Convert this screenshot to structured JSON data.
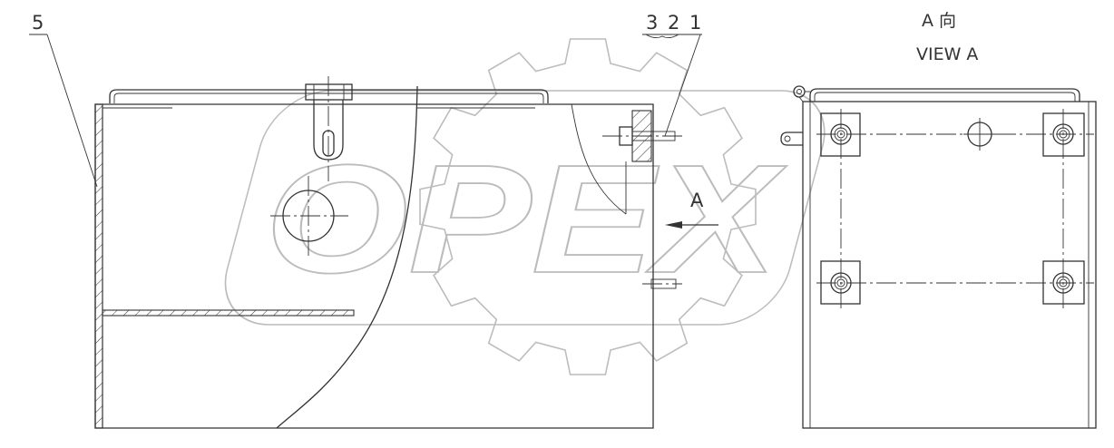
{
  "drawing": {
    "part_label_5": "5",
    "part_label_3": "3",
    "part_label_2": "2",
    "part_label_1": "1",
    "view_arrow_label": "A",
    "view_title_cn": "A 向",
    "view_title_en": "VIEW A"
  },
  "watermark": {
    "logo_text": "OPEX"
  },
  "colors": {
    "line": "#333333",
    "watermark": "#bcbcbc",
    "background": "#ffffff"
  }
}
